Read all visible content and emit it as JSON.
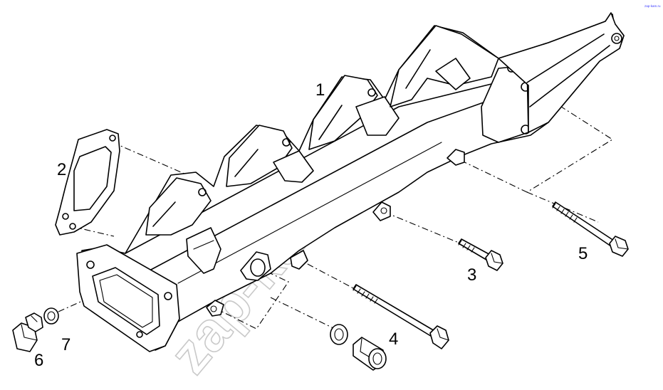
{
  "callouts": {
    "c1": "1",
    "c2": "2",
    "c3": "3",
    "c4": "4",
    "c5": "5",
    "c6": "6",
    "c7": "7"
  },
  "watermark": "zap-kam.ru",
  "logo_text": "zap-kam.ru",
  "colors": {
    "line": "#000000",
    "watermark": "#c9c9c9",
    "logo": "#3a3aff"
  }
}
